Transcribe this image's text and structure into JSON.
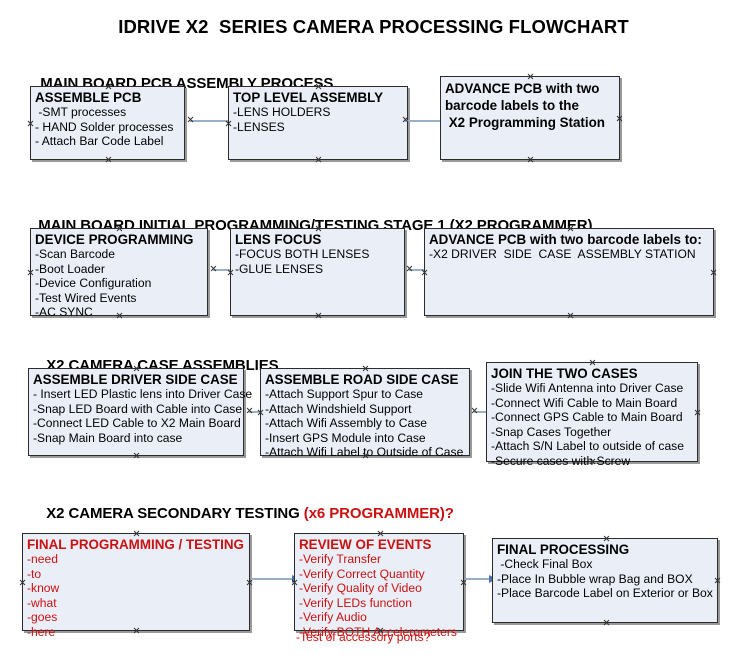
{
  "document": {
    "title": "IDRIVE X2  SERIES CAMERA PROCESSING FLOWCHART"
  },
  "colors": {
    "box_fill": "#e9eef7",
    "box_border": "#2b2b2b",
    "connector": "#9ab0c6",
    "arrow_head": "#4b74b0",
    "accent_red": "#cc1111",
    "text": "#000000"
  },
  "sections": [
    {
      "heading": "MAIN BOARD PCB ASSEMBLY PROCESS",
      "heading_accent": "",
      "boxes": [
        {
          "title": "ASSEMBLE PCB",
          "lines": [
            " -SMT processes",
            "- HAND Solder processes",
            "- Attach Bar Code Label"
          ]
        },
        {
          "title": "TOP LEVEL ASSEMBLY",
          "lines": [
            "-LENS HOLDERS",
            "-LENSES"
          ]
        },
        {
          "title": "ADVANCE PCB with two\nbarcode labels to the\n X2 Programming Station",
          "lines": []
        }
      ]
    },
    {
      "heading": "MAIN BOARD INITIAL PROGRAMMING/TESTING STAGE 1 (X2 PROGRAMMER)",
      "heading_accent": "",
      "boxes": [
        {
          "title": "DEVICE PROGRAMMING",
          "lines": [
            "-Scan Barcode",
            "-Boot Loader",
            "-Device Configuration",
            "-Test Wired Events",
            "-AC SYNC"
          ]
        },
        {
          "title": "LENS FOCUS",
          "lines": [
            "-FOCUS BOTH LENSES",
            "-GLUE LENSES"
          ]
        },
        {
          "title": "ADVANCE PCB with two barcode labels to:",
          "lines": [
            "-X2 DRIVER  SIDE  CASE  ASSEMBLY STATION"
          ]
        }
      ]
    },
    {
      "heading": "X2 CAMERA CASE ASSEMBLIES",
      "heading_accent": "",
      "boxes": [
        {
          "title": "ASSEMBLE DRIVER SIDE CASE",
          "lines": [
            "- Insert LED Plastic lens into Driver Case",
            "-Snap LED Board with Cable into Case",
            "-Connect LED Cable to X2 Main Board",
            "-Snap Main Board into case"
          ]
        },
        {
          "title": "ASSEMBLE ROAD SIDE CASE",
          "lines": [
            "-Attach Support Spur to Case",
            "-Attach Windshield Support",
            "-Attach Wifi Assembly to Case",
            "-Insert GPS Module into Case",
            "-Attach Wifi Label to Outside of Case"
          ]
        },
        {
          "title": "JOIN THE TWO CASES",
          "lines": [
            "-Slide Wifi Antenna into Driver Case",
            "-Connect Wifi Cable to Main Board",
            "-Connect GPS Cable to Main Board",
            "-Snap Cases Together",
            "-Attach S/N Label to outside of case",
            "-Secure cases with Screw"
          ]
        }
      ]
    },
    {
      "heading": "X2 CAMERA SECONDARY TESTING ",
      "heading_accent": "(x6 PROGRAMMER)?",
      "boxes": [
        {
          "title": "FINAL PROGRAMMING / TESTING",
          "lines": [
            "-need",
            "-to",
            "-know",
            "-what",
            "-goes",
            "-here"
          ]
        },
        {
          "title": "REVIEW OF EVENTS",
          "lines": [
            "-Verify Transfer",
            "-Verify Correct Quantity",
            "-Verify Quality of Video",
            "-Verify LEDs function",
            "-Verify Audio",
            "-Verify BOTH Accelerometers"
          ],
          "overflow_line": "-Test of accessory ports?"
        },
        {
          "title": "FINAL PROCESSING",
          "lines": [
            " -Check Final Box",
            "-Place In Bubble wrap Bag and BOX",
            "-Place Barcode Label on Exterior or Box"
          ]
        }
      ]
    }
  ]
}
